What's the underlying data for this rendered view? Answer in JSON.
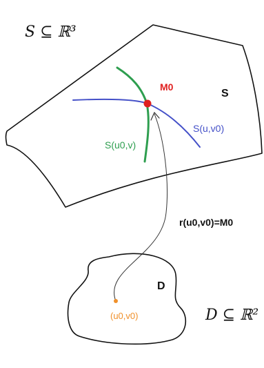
{
  "labels": {
    "s_subset": "S ⊆ ℝ³",
    "d_subset": "D ⊆ ℝ²",
    "surface": "S",
    "domain": "D",
    "point_m0": "M0",
    "curve_v": "S(u0,v)",
    "curve_u": "S(u,v0)",
    "mapping": "r(u0,v0)=M0",
    "param_point": "(u0,v0)"
  },
  "colors": {
    "outline": "#111111",
    "green_curve": "#2e9e4f",
    "blue_curve": "#4450c8",
    "m0_point": "#e02020",
    "m0_text": "#e02020",
    "param_point": "#f0902a",
    "arrow": "#333333"
  }
}
